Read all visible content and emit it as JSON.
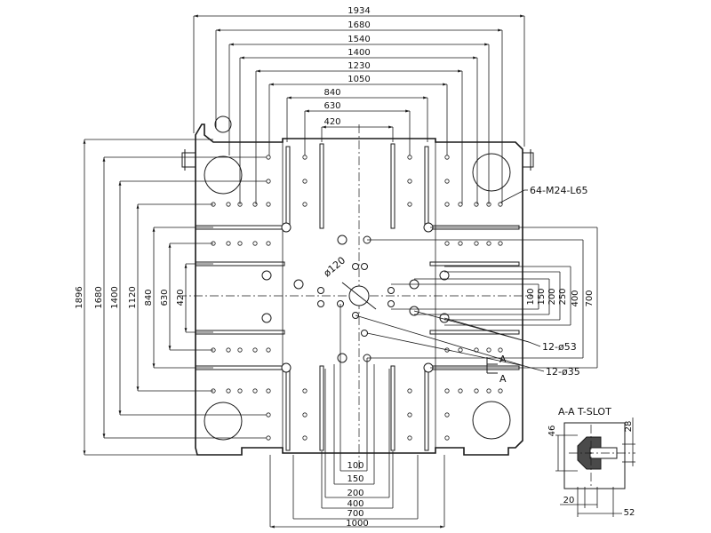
{
  "horizontal_dims_top": [
    "1934",
    "1680",
    "1540",
    "1400",
    "1230",
    "1050",
    "840",
    "630",
    "420"
  ],
  "vertical_dims_left": [
    "1896",
    "1680",
    "1400",
    "1120",
    "840",
    "630",
    "420"
  ],
  "vertical_dims_right": [
    "100",
    "150",
    "200",
    "250",
    "400",
    "700"
  ],
  "horizontal_dims_bottom": [
    "100",
    "150",
    "200",
    "400",
    "700",
    "1000"
  ],
  "callouts": {
    "threaded_holes": "64-M24-L65",
    "large_holes": "12-ø53",
    "small_holes": "12-ø35",
    "center_bore": "ø120",
    "section_mark_top": "A",
    "section_mark_bottom": "A"
  },
  "t_slot_section": {
    "title": "A-A T-SLOT",
    "dims": [
      "46",
      "28",
      "20",
      "52"
    ]
  }
}
